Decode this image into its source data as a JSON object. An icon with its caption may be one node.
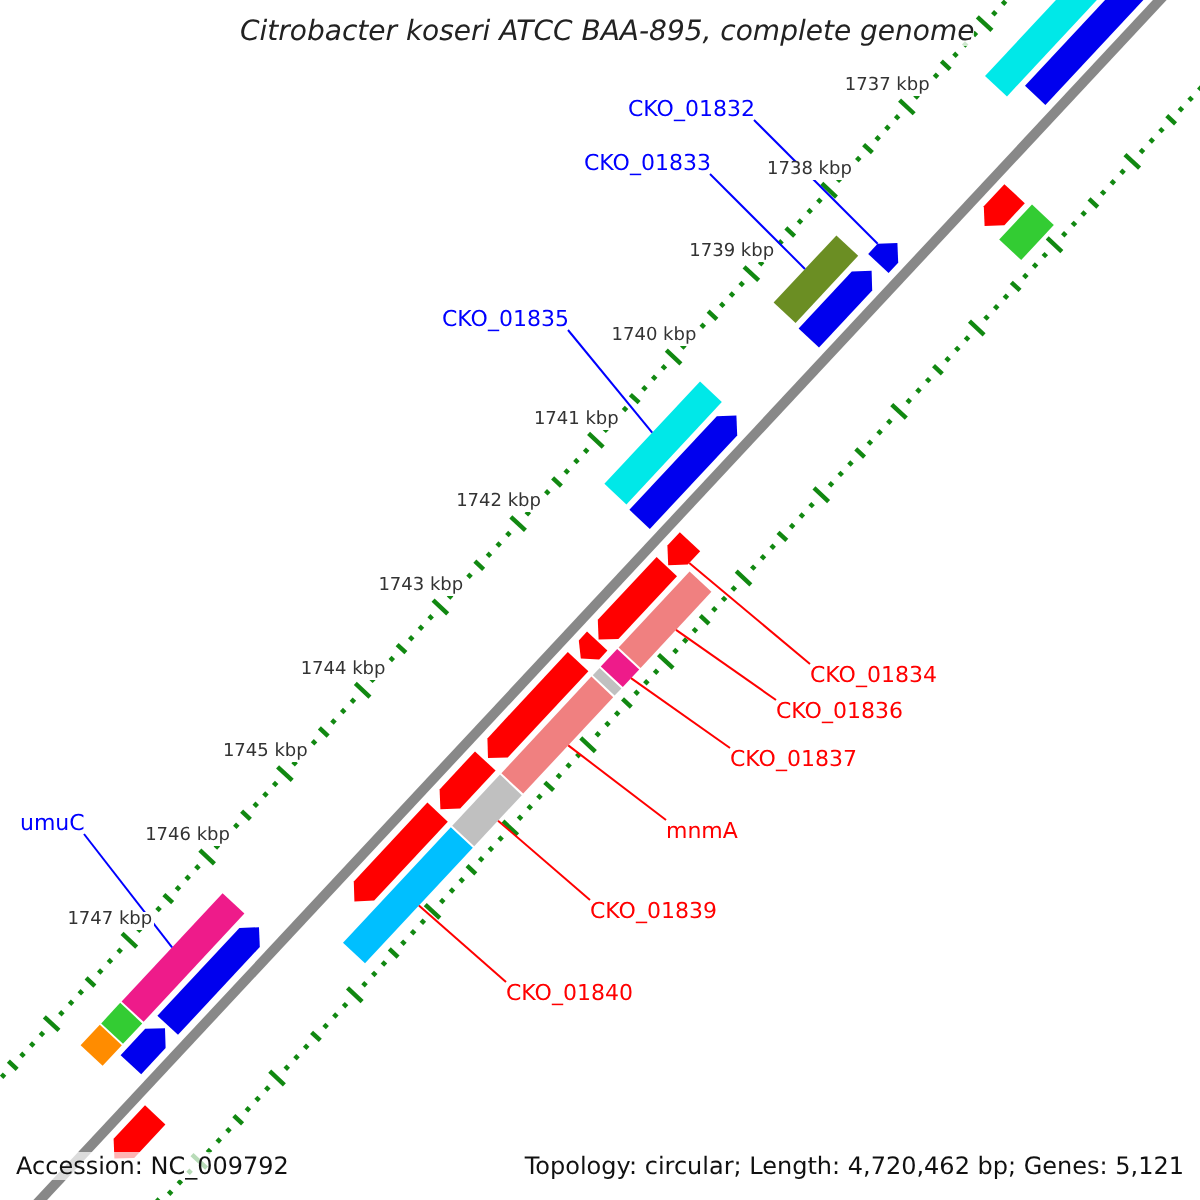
{
  "diagram": {
    "title": "Citrobacter koseri ATCC BAA-895, complete genome",
    "nodes": [
      {
        "text": [
          "CKO_01832"
        ]
      },
      {
        "text": [
          "CKO_01833"
        ]
      },
      {
        "text": [
          "CKO_01835"
        ]
      },
      {
        "text": [
          "umuC"
        ]
      },
      {
        "text": [
          "CKO_01834"
        ]
      },
      {
        "text": [
          "CKO_01836"
        ]
      },
      {
        "text": [
          "CKO_01837"
        ]
      },
      {
        "text": [
          "mnmA"
        ]
      },
      {
        "text": [
          "CKO_01839"
        ]
      },
      {
        "text": [
          "CKO_01840"
        ]
      },
      {
        "text": [],
        "shape": "bar"
      },
      {
        "text": [],
        "shape": "bar"
      },
      {
        "text": [],
        "shape": "bar"
      },
      {
        "text": [],
        "shape": "bar"
      },
      {
        "text": [],
        "shape": "bar"
      },
      {
        "text": [],
        "shape": "bar"
      },
      {
        "text": [],
        "shape": "bar"
      },
      {
        "text": [],
        "shape": "bar"
      },
      {
        "text": [],
        "shape": "bar"
      },
      {
        "text": [],
        "shape": "bar"
      }
    ],
    "edges": [
      {
        "from": 0,
        "to": 10,
        "arrow": "none",
        "color": "#0000ff"
      },
      {
        "from": 1,
        "to": 11,
        "arrow": "none",
        "color": "#0000ff"
      },
      {
        "from": 2,
        "to": 12,
        "arrow": "none",
        "color": "#0000ff"
      },
      {
        "from": 3,
        "to": 13,
        "arrow": "none",
        "color": "#0000ff"
      },
      {
        "from": 4,
        "to": 14,
        "arrow": "none"
      },
      {
        "from": 5,
        "to": 15,
        "arrow": "none"
      },
      {
        "from": 6,
        "to": 16,
        "arrow": "none"
      },
      {
        "from": 7,
        "to": 17,
        "arrow": "none"
      },
      {
        "from": 8,
        "to": 18,
        "arrow": "none"
      },
      {
        "from": 9,
        "to": 19,
        "arrow": "none"
      }
    ],
    "labels": [
      "1737 kbp",
      "1738 kbp",
      "1739 kbp",
      "1740 kbp",
      "1741 kbp",
      "1742 kbp",
      "1743 kbp",
      "1744 kbp",
      "1745 kbp",
      "1746 kbp",
      "1747 kbp",
      "Accession: NC_009792",
      "Topology: circular; Length: 4,720,462 bp; Genes: 5,121"
    ]
  }
}
